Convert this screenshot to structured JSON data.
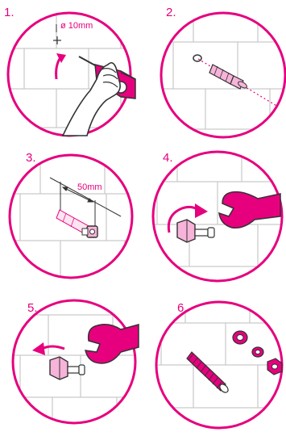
{
  "colors": {
    "accent": "#e6007e",
    "accent_light": "#f7b3d9",
    "line": "#333333",
    "tile": "#c9c9c9",
    "background": "#ffffff"
  },
  "steps": [
    {
      "number": "1.",
      "dimension": "ø 10mm",
      "icons": [
        "drill-icon",
        "hand-icon",
        "rotate-arrow-icon"
      ]
    },
    {
      "number": "2.",
      "icons": [
        "wall-plug-icon",
        "drill-hole-icon"
      ]
    },
    {
      "number": "3.",
      "dimension": "50mm",
      "icons": [
        "wall-plug-icon",
        "bolt-head-icon"
      ]
    },
    {
      "number": "4.",
      "icons": [
        "nut-icon",
        "wrench-icon",
        "rotate-arrow-icon"
      ]
    },
    {
      "number": "5.",
      "icons": [
        "nut-icon",
        "wrench-icon",
        "rotate-arrow-icon"
      ]
    },
    {
      "number": "6.",
      "icons": [
        "threaded-rod-icon",
        "washer-icon",
        "nut-icon"
      ]
    }
  ]
}
